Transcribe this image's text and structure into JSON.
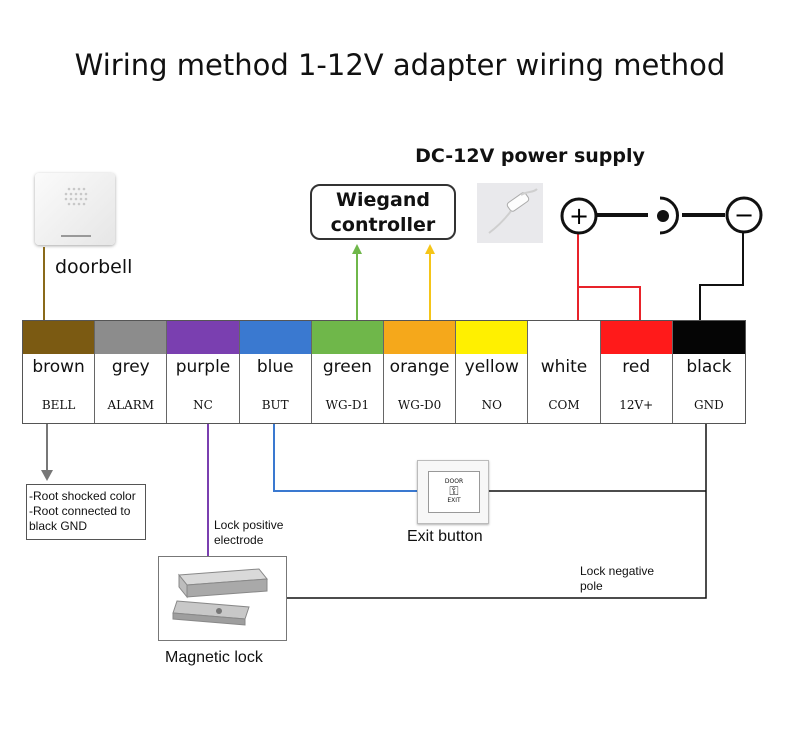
{
  "title": "Wiring method 1-12V adapter wiring method",
  "power_supply": {
    "title": "DC-12V power supply",
    "plus_symbol": "+",
    "minus_symbol": "−"
  },
  "wiegand": {
    "line1": "Wiegand",
    "line2": "controller"
  },
  "doorbell": {
    "label": "doorbell"
  },
  "terminals": [
    {
      "color_name": "brown",
      "function": "BELL",
      "swatch": "#7b5a12"
    },
    {
      "color_name": "grey",
      "function": "ALARM",
      "swatch": "#8c8c8c"
    },
    {
      "color_name": "purple",
      "function": "NC",
      "swatch": "#7a3fb0"
    },
    {
      "color_name": "blue",
      "function": "BUT",
      "swatch": "#3a79d0"
    },
    {
      "color_name": "green",
      "function": "WG-D1",
      "swatch": "#6fb74a"
    },
    {
      "color_name": "orange",
      "function": "WG-D0",
      "swatch": "#f5a81b"
    },
    {
      "color_name": "yellow",
      "function": "NO",
      "swatch": "#fff000"
    },
    {
      "color_name": "white",
      "function": "COM",
      "swatch": "#ffffff"
    },
    {
      "color_name": "red",
      "function": "12V+",
      "swatch": "#ff1a1a"
    },
    {
      "color_name": "black",
      "function": "GND",
      "swatch": "#050505"
    }
  ],
  "bell_note": {
    "line1": "-Root shocked color",
    "line2": "-Root connected to",
    "line3": "black GND"
  },
  "exit_button": {
    "label": "Exit button",
    "plate_top": "DOOR",
    "plate_bottom": "EXIT"
  },
  "lock_positive": {
    "line1": "Lock positive",
    "line2": "electrode"
  },
  "lock_negative": {
    "line1": "Lock negative",
    "line2": "pole"
  },
  "magnetic_lock": {
    "label": "Magnetic lock"
  },
  "colors": {
    "wire_grey": "#777777",
    "wire_purple": "#7a3fb0",
    "wire_blue": "#3a79d0",
    "wire_green": "#6fb74a",
    "wire_orange": "#f5c518",
    "wire_red": "#e8232a",
    "wire_black": "#111111"
  }
}
